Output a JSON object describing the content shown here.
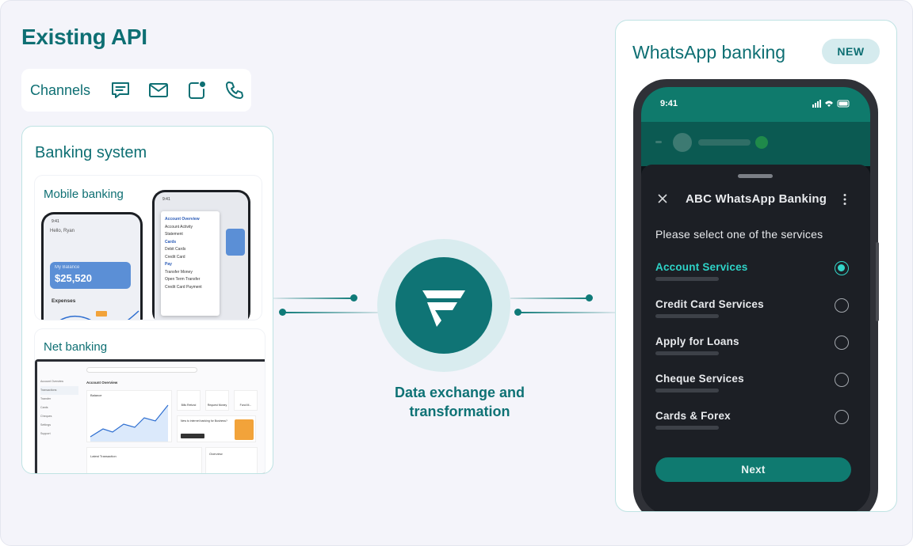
{
  "left": {
    "title": "Existing API",
    "channels": {
      "label": "Channels",
      "icons": [
        "chat-icon",
        "mail-icon",
        "app-notification-icon",
        "phone-icon"
      ]
    },
    "banking_system": {
      "title": "Banking system",
      "mobile_banking": {
        "caption": "Mobile banking",
        "greeting": "Hello, Ryan",
        "balance_label": "My Balance",
        "balance_value": "$25,520",
        "expenses_label": "Expenses",
        "menu": {
          "section1": "Account Overview",
          "items1": [
            "Account Activity",
            "Statement"
          ],
          "section2": "Cards",
          "items2": [
            "Debit Cards",
            "Credit Card"
          ],
          "section3": "Pay",
          "items3": [
            "Transfer Money",
            "Open Term Transfer",
            "Credit Card Payment"
          ]
        }
      },
      "net_banking": {
        "caption": "Net banking",
        "page_title": "Account Overview",
        "sidebar": [
          "Account Overview",
          "Transactions",
          "Transfer",
          "Cards",
          "Cheques",
          "Settings",
          "Support"
        ],
        "balance_label": "Balance",
        "quick_actions": [
          "Bills Refund",
          "Request Money",
          "Fund M..."
        ],
        "promo_title": "New to internet banking for Business?",
        "latest_label": "Latest Transaction",
        "overview_label": "Overview"
      }
    }
  },
  "center": {
    "label_line1": "Data exchange and",
    "label_line2": "transformation"
  },
  "right": {
    "title": "WhatsApp banking",
    "badge": "NEW",
    "phone": {
      "time": "9:41",
      "sheet_title": "ABC WhatsApp Banking",
      "prompt": "Please select one of the services",
      "options": [
        {
          "label": "Account Services",
          "selected": true
        },
        {
          "label": "Credit Card Services",
          "selected": false
        },
        {
          "label": "Apply for Loans",
          "selected": false
        },
        {
          "label": "Cheque Services",
          "selected": false
        },
        {
          "label": "Cards & Forex",
          "selected": false
        }
      ],
      "next_label": "Next"
    }
  },
  "colors": {
    "teal_dark": "#0e6f73",
    "hub": "#0f7475",
    "hub_ring": "#d9ecef",
    "accent_cyan": "#33d6c9",
    "sheet_bg": "#1c1f25"
  }
}
